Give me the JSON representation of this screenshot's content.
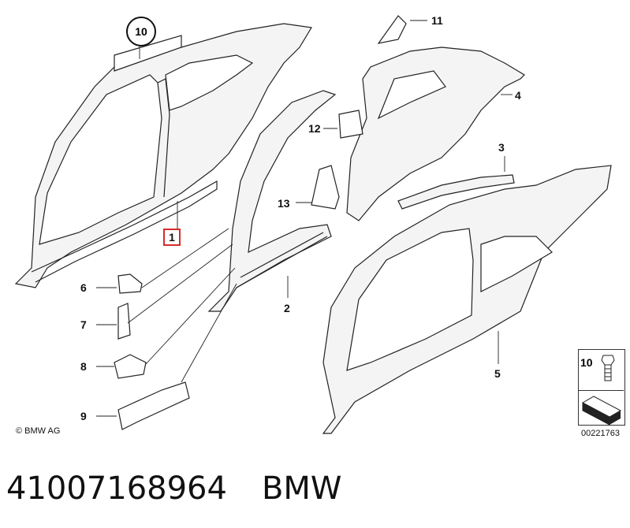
{
  "diagram": {
    "callouts": {
      "c1": "1",
      "c2": "2",
      "c3": "3",
      "c4": "4",
      "c5": "5",
      "c6": "6",
      "c7": "7",
      "c8": "8",
      "c9": "9",
      "c10": "10",
      "c11": "11",
      "c12": "12",
      "c13": "13"
    },
    "copyright": "© BMW AG",
    "inset": {
      "number": "10"
    },
    "reference_code": "00221763"
  },
  "footer": {
    "part_number": "41007168964",
    "brand": "BMW"
  },
  "colors": {
    "highlight": "#d62b2b",
    "line": "#222222",
    "panel_fill": "#f3f3f3"
  }
}
